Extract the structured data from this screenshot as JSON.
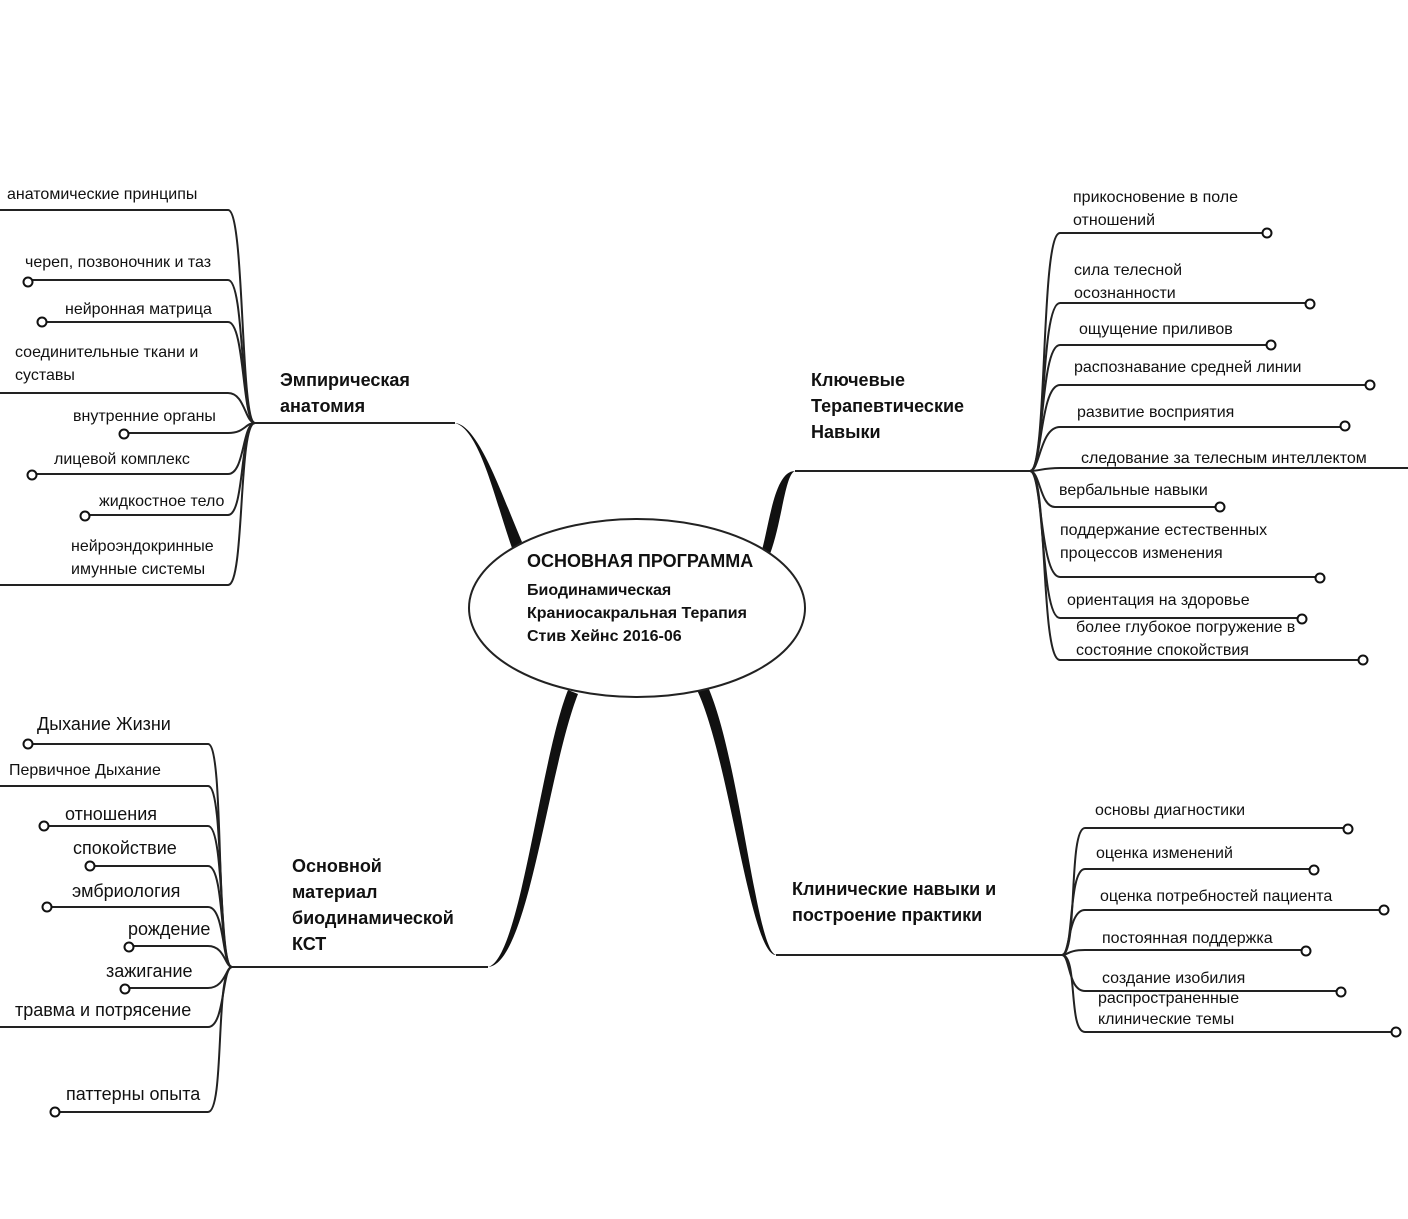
{
  "center": {
    "title": "ОСНОВНАЯ ПРОГРАММА",
    "subtitle": [
      "Биодинамическая",
      "Краниосакральная Терапия",
      "Стив Хейнс 2016-06"
    ]
  },
  "branches": {
    "anatomy": {
      "label": [
        "Эмпирическая",
        "анатомия"
      ],
      "items": [
        "анатомические принципы",
        "череп, позвоночник и таз",
        "нейронная матрица",
        "соединительные ткани и суставы",
        "внутренние органы",
        "лицевой комплекс",
        "жидкостное тело",
        "нейроэндокринные имунные системы"
      ]
    },
    "skills": {
      "label": [
        "Ключевые",
        "Терапевтические",
        "Навыки"
      ],
      "items": [
        "прикосновение в поле отношений",
        "сила телесной осознанности",
        "ощущение приливов",
        "распознавание средней линии",
        "развитие восприятия",
        "следование за телесным интеллектом",
        "вербальные навыки",
        "поддержание естественных процессов изменения",
        "ориентация на здоровье",
        "более глубокое погружение в состояние спокойствия"
      ]
    },
    "material": {
      "label": [
        "Основной",
        "материал",
        "биодинамической",
        "КСТ"
      ],
      "items": [
        "Дыхание Жизни",
        "Первичное Дыхание",
        "отношения",
        "спокойствие",
        "эмбриология",
        "рождение",
        "зажигание",
        "травма и потрясение",
        "паттерны опыта"
      ]
    },
    "clinical": {
      "label": [
        "Клинические навыки и",
        "построение практики"
      ],
      "items": [
        "основы диагностики",
        "оценка изменений",
        "оценка потребностей пациента",
        "постоянная поддержка",
        "создание изобилия",
        "распространенные клинические темы"
      ]
    }
  }
}
